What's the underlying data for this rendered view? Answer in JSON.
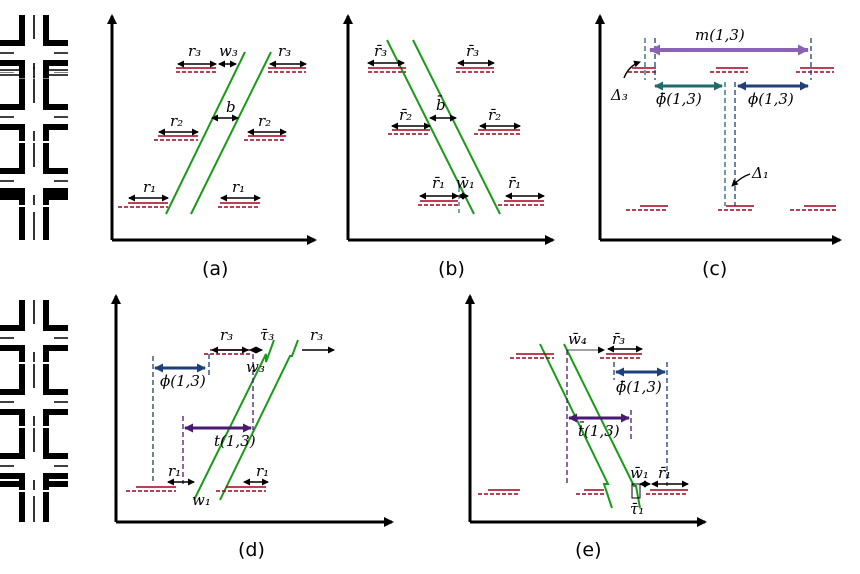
{
  "panels": {
    "a": {
      "caption": "(a)",
      "labels": {
        "r3_left": "r₃",
        "w3": "w₃",
        "r3_right": "r₃",
        "b": "b",
        "r2_left": "r₂",
        "r2_right": "r₂",
        "r1_left": "r₁",
        "r1_right": "r₁"
      }
    },
    "b": {
      "caption": "(b)",
      "labels": {
        "r3_left": "r̄₃",
        "r3_right": "r̄₃",
        "b": "b̄",
        "r2_left": "r̄₂",
        "r2_right": "r̄₂",
        "r1_left": "r̄₁",
        "w1": "w̄₁",
        "r1_right": "r̄₁"
      }
    },
    "c": {
      "caption": "(c)",
      "labels": {
        "m13": "m(1,3)",
        "delta3": "Δ₃",
        "phibar13": "ϕ̄(1,3)",
        "phi13": "ϕ(1,3)",
        "delta1": "Δ₁"
      }
    },
    "d": {
      "caption": "(d)",
      "labels": {
        "r3": "r₃",
        "tau3": "τ̄₃",
        "r3_right": "r₃",
        "phi13": "ϕ(1,3)",
        "w3": "w₃",
        "t13": "t(1,3)",
        "r1_left": "r₁",
        "r1_right": "r₁",
        "w1": "w₁"
      }
    },
    "e": {
      "caption": "(e)",
      "labels": {
        "w4": "w̄₄",
        "r3": "r̄₃",
        "phibar13": "ϕ̄(1,3)",
        "t13": "t̄(1,3)",
        "w1": "w̄₁",
        "r1": "r̄₁",
        "tau1": "τ̄₁"
      }
    }
  },
  "colors": {
    "green": "#1a9a1a",
    "crimson": "#a3001f",
    "navy": "#1f3f7a",
    "purple": "#5a2a82",
    "violet": "#8a63b5",
    "teal": "#1f6b6b"
  }
}
